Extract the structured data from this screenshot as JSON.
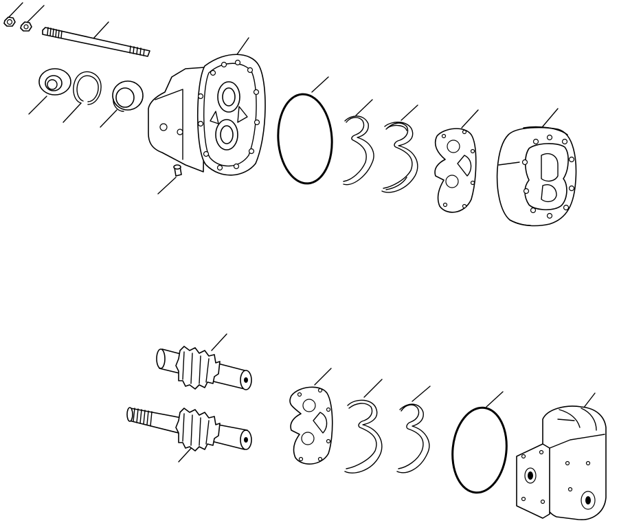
{
  "diagram": {
    "type": "exploded-parts-view",
    "subject": "gear pump",
    "callout_labels_printed": false,
    "parts": [
      {
        "id": "nut-a",
        "icon": "hex-nut-icon"
      },
      {
        "id": "nut-b",
        "icon": "hex-nut-icon"
      },
      {
        "id": "tie-bolt",
        "icon": "threaded-rod-icon"
      },
      {
        "id": "shaft-seal",
        "icon": "seal-ring-icon"
      },
      {
        "id": "snap-ring",
        "icon": "snap-ring-icon"
      },
      {
        "id": "bushing",
        "icon": "bushing-icon"
      },
      {
        "id": "cover",
        "icon": "pump-cover-icon"
      },
      {
        "id": "dowel-pin",
        "icon": "pin-icon"
      },
      {
        "id": "o-ring-upper",
        "icon": "o-ring-icon"
      },
      {
        "id": "backup-ring-upper",
        "icon": "backup-ring-icon"
      },
      {
        "id": "seal-upper",
        "icon": "seal-icon"
      },
      {
        "id": "wear-plate-upper",
        "icon": "wear-plate-icon"
      },
      {
        "id": "gear-housing",
        "icon": "gear-housing-icon"
      },
      {
        "id": "driven-gear",
        "icon": "driven-gear-icon"
      },
      {
        "id": "drive-gear",
        "icon": "drive-gear-icon"
      },
      {
        "id": "wear-plate-lower",
        "icon": "wear-plate-icon"
      },
      {
        "id": "seal-lower",
        "icon": "seal-icon"
      },
      {
        "id": "backup-ring-lower",
        "icon": "backup-ring-icon"
      },
      {
        "id": "o-ring-lower",
        "icon": "o-ring-icon"
      },
      {
        "id": "end-cover",
        "icon": "end-cover-icon"
      }
    ]
  }
}
